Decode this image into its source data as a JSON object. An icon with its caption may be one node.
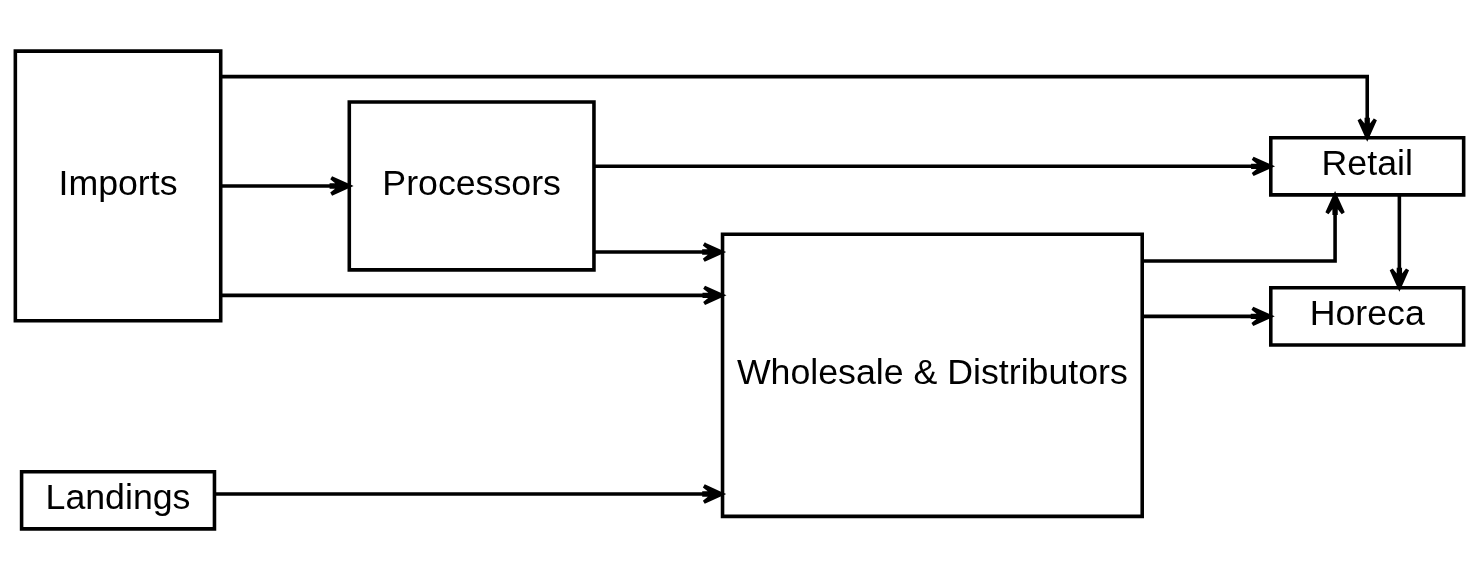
{
  "diagram": {
    "nodes": [
      {
        "text": [
          "Imports"
        ]
      },
      {
        "text": [
          "Processors"
        ]
      },
      {
        "text": [
          "Wholesale & Distributors"
        ]
      },
      {
        "text": [
          "Retail"
        ]
      },
      {
        "text": [
          "Horeca"
        ]
      },
      {
        "text": [
          "Landings"
        ]
      }
    ],
    "edges": [
      {
        "from": 0,
        "to": 1,
        "arrow": "to"
      },
      {
        "from": 0,
        "to": 2,
        "arrow": "to"
      },
      {
        "from": 0,
        "to": 3,
        "arrow": "to"
      },
      {
        "from": 1,
        "to": 3,
        "arrow": "to"
      },
      {
        "from": 1,
        "to": 2,
        "arrow": "to"
      },
      {
        "from": 2,
        "to": 3,
        "arrow": "to"
      },
      {
        "from": 2,
        "to": 4,
        "arrow": "to"
      },
      {
        "from": 3,
        "to": 4,
        "arrow": "to"
      },
      {
        "from": 5,
        "to": 2,
        "arrow": "to"
      }
    ]
  }
}
